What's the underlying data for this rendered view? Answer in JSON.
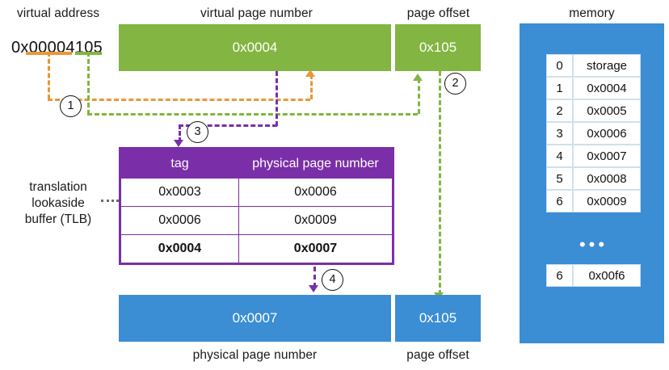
{
  "labels": {
    "virtual_address": "virtual address",
    "virtual_page_number": "virtual page number",
    "page_offset": "page offset",
    "memory": "memory",
    "physical_page_number_bottom": "physical page number",
    "page_offset_bottom": "page offset",
    "tlb_side": "translation lookaside buffer (TLB)"
  },
  "virtual_address": {
    "value": "0x00004105"
  },
  "virtual_bar": {
    "page_number": "0x0004",
    "offset": "0x105",
    "color": "#82b541"
  },
  "physical_bar": {
    "page_number": "0x0007",
    "offset": "0x105",
    "color": "#3b8dd4"
  },
  "tlb": {
    "color": "#7a2fa8",
    "headers": [
      "tag",
      "physical page number"
    ],
    "rows": [
      {
        "tag": "0x0003",
        "ppn": "0x0006",
        "hit": false
      },
      {
        "tag": "0x0006",
        "ppn": "0x0009",
        "hit": false
      },
      {
        "tag": "0x0004",
        "ppn": "0x0007",
        "hit": true
      }
    ]
  },
  "memory": {
    "color": "#3b8dd4",
    "rows": [
      {
        "index": "0",
        "value": "storage"
      },
      {
        "index": "1",
        "value": "0x0004"
      },
      {
        "index": "2",
        "value": "0x0005"
      },
      {
        "index": "3",
        "value": "0x0006"
      },
      {
        "index": "4",
        "value": "0x0007"
      },
      {
        "index": "5",
        "value": "0x0008"
      },
      {
        "index": "6",
        "value": "0x0009"
      }
    ],
    "ellipsis": "•••",
    "last_row": {
      "index": "6",
      "value": "0x00f6"
    }
  },
  "steps": [
    {
      "id": "1",
      "label": "1"
    },
    {
      "id": "2",
      "label": "2"
    },
    {
      "id": "3",
      "label": "3"
    },
    {
      "id": "4",
      "label": "4"
    }
  ],
  "colors": {
    "orange": "#e8973a",
    "green": "#82b541",
    "purple": "#7a2fa8",
    "blue": "#3b8dd4"
  }
}
